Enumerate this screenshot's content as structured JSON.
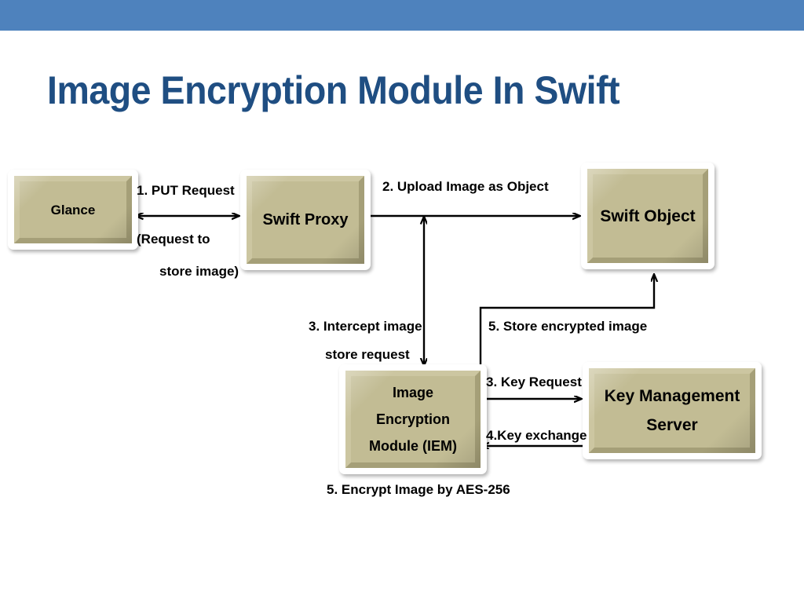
{
  "slide": {
    "title": "Image Encryption Module In Swift",
    "background": "#ffffff",
    "top_bar_color": "#4e82bd",
    "title_color": "#1f4e82",
    "node_fill_color": "#c2bc94"
  },
  "nodes": [
    {
      "id": "glance",
      "label": "Glance"
    },
    {
      "id": "swift-proxy",
      "label": "Swift Proxy"
    },
    {
      "id": "swift-object",
      "label": "Swift Object"
    },
    {
      "id": "iem",
      "line1": "Image",
      "line2": "Encryption",
      "line3": "Module (IEM)"
    },
    {
      "id": "kms",
      "line1": "Key Management",
      "line2": "Server"
    }
  ],
  "edges": [
    {
      "id": "put",
      "label": "1. PUT Request",
      "direction": "bidirectional"
    },
    {
      "id": "put2",
      "label": "(Request  to",
      "direction": "none"
    },
    {
      "id": "put3",
      "label": "store image)",
      "direction": "none"
    },
    {
      "id": "upload",
      "label": "2. Upload Image as Object",
      "direction": "right"
    },
    {
      "id": "intercept",
      "label": "3. Intercept image",
      "direction": "none"
    },
    {
      "id": "intercept2",
      "label": "store request",
      "direction": "down"
    },
    {
      "id": "store-enc",
      "label": "5. Store encrypted image",
      "direction": "up"
    },
    {
      "id": "key-req",
      "label": "3. Key Request",
      "direction": "right"
    },
    {
      "id": "key-exch",
      "label": "4.Key exchange",
      "direction": "left"
    },
    {
      "id": "aes",
      "label": "5. Encrypt Image by AES-256",
      "direction": "none"
    }
  ]
}
